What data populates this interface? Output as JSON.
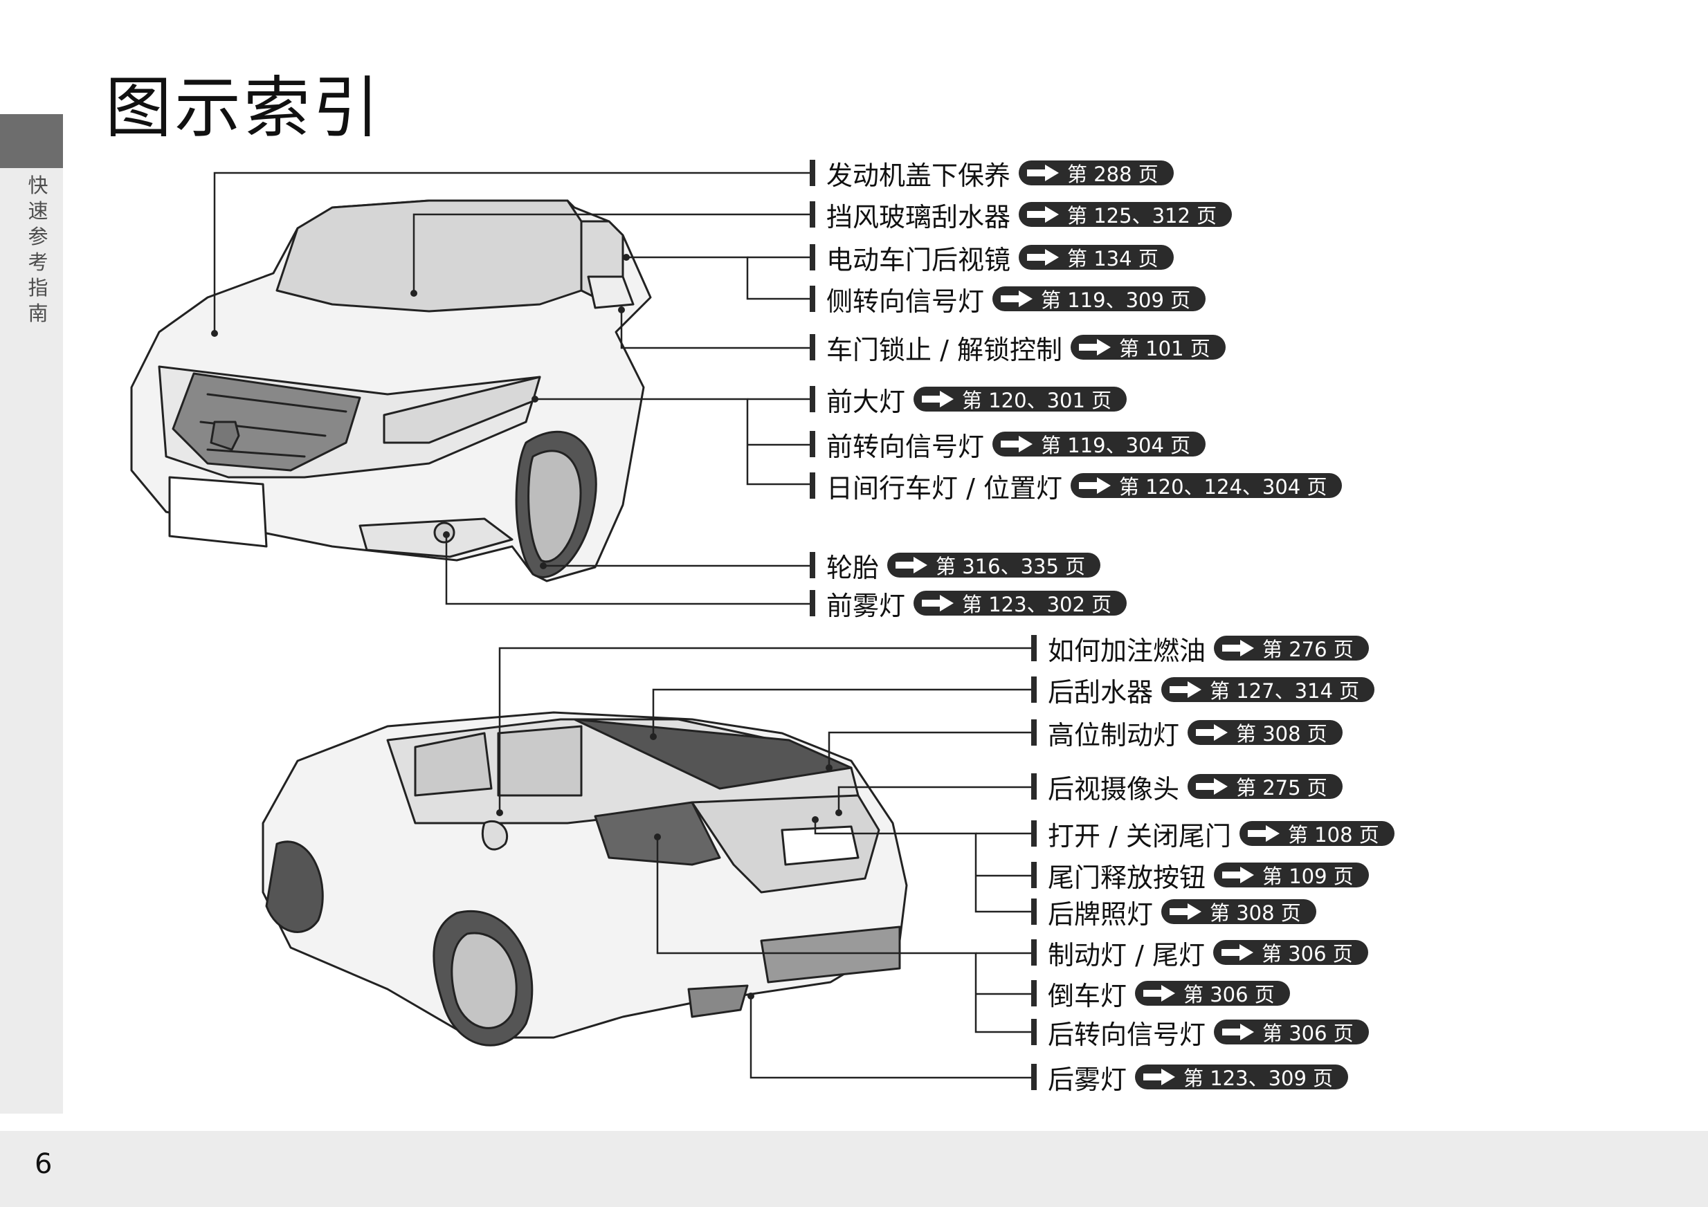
{
  "sidebar": {
    "section": "快速参考指南"
  },
  "title": "图示索引",
  "page_number": "6",
  "front_labels": [
    {
      "text": "发动机盖下保养",
      "ref": "第 288 页"
    },
    {
      "text": "挡风玻璃刮水器",
      "ref": "第 125、312 页"
    },
    {
      "text": "电动车门后视镜",
      "ref": "第 134 页"
    },
    {
      "text": "侧转向信号灯",
      "ref": "第 119、309 页"
    },
    {
      "text": "车门锁止 / 解锁控制",
      "ref": "第 101 页"
    },
    {
      "text": "前大灯",
      "ref": "第 120、301 页"
    },
    {
      "text": "前转向信号灯",
      "ref": "第 119、304 页"
    },
    {
      "text": "日间行车灯 / 位置灯",
      "ref": "第 120、124、304 页"
    },
    {
      "text": "轮胎",
      "ref": "第 316、335 页"
    },
    {
      "text": "前雾灯",
      "ref": "第 123、302 页"
    }
  ],
  "rear_labels": [
    {
      "text": "如何加注燃油",
      "ref": "第 276 页"
    },
    {
      "text": "后刮水器",
      "ref": "第 127、314 页"
    },
    {
      "text": "高位制动灯",
      "ref": "第 308 页"
    },
    {
      "text": "后视摄像头",
      "ref": "第 275 页"
    },
    {
      "text": "打开 / 关闭尾门",
      "ref": "第 108 页"
    },
    {
      "text": "尾门释放按钮",
      "ref": "第 109 页"
    },
    {
      "text": "后牌照灯",
      "ref": "第 308 页"
    },
    {
      "text": "制动灯 / 尾灯",
      "ref": "第 306 页"
    },
    {
      "text": "倒车灯",
      "ref": "第 306 页"
    },
    {
      "text": "后转向信号灯",
      "ref": "第 306 页"
    },
    {
      "text": "后雾灯",
      "ref": "第 123、309 页"
    }
  ],
  "icons": {
    "reference_arrow": "right-arrow-icon"
  },
  "colors": {
    "sidebar_accent": "#6d6d6d",
    "panel_background": "#ececec",
    "pill_background": "#2b2b2b"
  }
}
